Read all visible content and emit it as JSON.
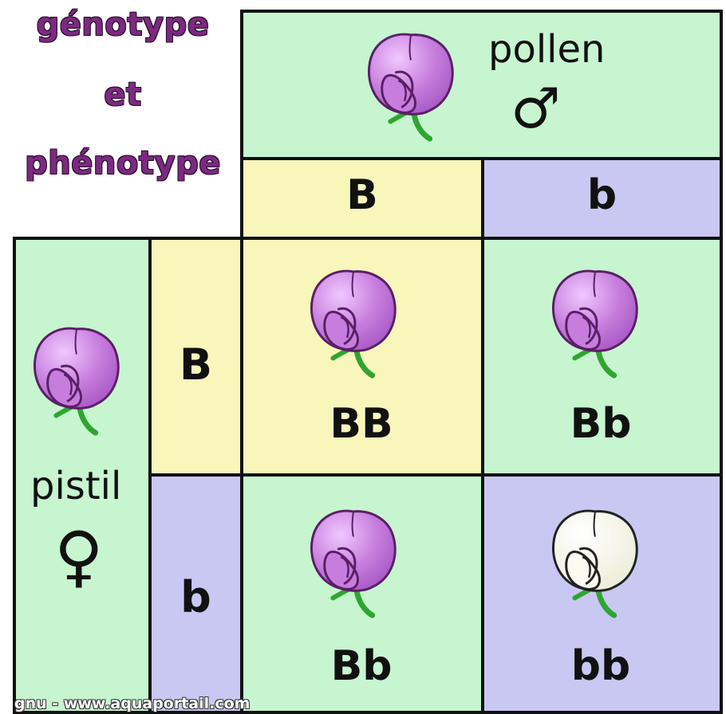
{
  "title": {
    "line1": "génotype",
    "line2": "et",
    "line3": "phénotype"
  },
  "pollen": {
    "label": "pollen",
    "symbol": "♂"
  },
  "pistil": {
    "label": "pistil",
    "symbol": "♀"
  },
  "column_alleles": [
    "B",
    "b"
  ],
  "row_alleles": [
    "B",
    "b"
  ],
  "cells": [
    {
      "genotype": "BB",
      "flower_color": "purple"
    },
    {
      "genotype": "Bb",
      "flower_color": "purple"
    },
    {
      "genotype": "Bb",
      "flower_color": "purple"
    },
    {
      "genotype": "bb",
      "flower_color": "white"
    }
  ],
  "colors": {
    "green": "#c6f5cf",
    "yellow": "#f8f6bb",
    "blue": "#c8c8f2",
    "purple_flower": "#c77ddd",
    "white_flower": "#fbfbf2",
    "stem": "#2fa52f"
  },
  "watermark": "gnu - www.aquaportail.com"
}
